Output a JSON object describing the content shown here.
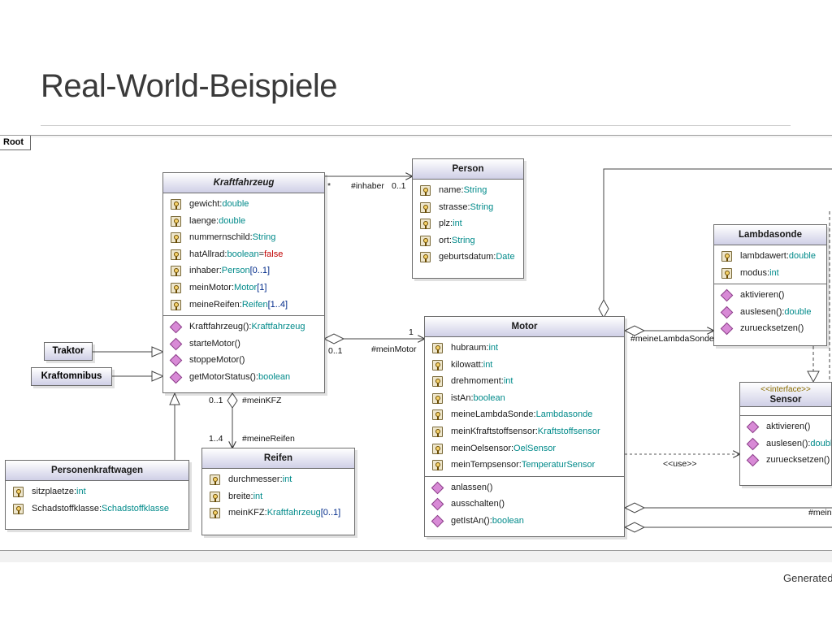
{
  "slide": {
    "title": "Real-World-Beispiele",
    "footer": "Generated"
  },
  "diagram": {
    "root_tab": "Root",
    "classes": {
      "kraftfahrzeug": {
        "name": "Kraftfahrzeug",
        "attributes": [
          {
            "name": "gewicht",
            "sep": ":",
            "type": "double",
            "extra": ""
          },
          {
            "name": "laenge",
            "sep": ":",
            "type": "double",
            "extra": ""
          },
          {
            "name": "nummernschild",
            "sep": ":",
            "type": "String",
            "extra": ""
          },
          {
            "name": "hatAllrad",
            "sep": ":",
            "type": "boolean",
            "eq": "=",
            "extra": "false"
          },
          {
            "name": "inhaber",
            "sep": ":",
            "type": "Person",
            "extra": "[0..1]"
          },
          {
            "name": "meinMotor",
            "sep": ":",
            "type": "Motor",
            "extra": "[1]"
          },
          {
            "name": "meineReifen",
            "sep": ":",
            "type": "Reifen",
            "extra": "[1..4]"
          }
        ],
        "operations": [
          {
            "name": "Kraftfahrzeug()",
            "sep": ":",
            "type": "Kraftfahrzeug"
          },
          {
            "name": "starteMotor()",
            "sep": "",
            "type": ""
          },
          {
            "name": "stoppeMotor()",
            "sep": "",
            "type": ""
          },
          {
            "name": "getMotorStatus()",
            "sep": ":",
            "type": "boolean"
          }
        ]
      },
      "person": {
        "name": "Person",
        "attributes": [
          {
            "name": "name",
            "sep": ":",
            "type": "String"
          },
          {
            "name": "strasse",
            "sep": ":",
            "type": "String"
          },
          {
            "name": "plz",
            "sep": ":",
            "type": "int"
          },
          {
            "name": "ort",
            "sep": ":",
            "type": "String"
          },
          {
            "name": "geburtsdatum",
            "sep": ":",
            "type": "Date"
          }
        ]
      },
      "lambdasonde": {
        "name": "Lambdasonde",
        "attributes": [
          {
            "name": "lambdawert",
            "sep": ":",
            "type": "double"
          },
          {
            "name": "modus",
            "sep": ":",
            "type": "int"
          }
        ],
        "operations": [
          {
            "name": "aktivieren()",
            "sep": "",
            "type": ""
          },
          {
            "name": "auslesen()",
            "sep": ":",
            "type": "double"
          },
          {
            "name": "zuruecksetzen()",
            "sep": "",
            "type": ""
          }
        ]
      },
      "motor": {
        "name": "Motor",
        "attributes": [
          {
            "name": "hubraum",
            "sep": ":",
            "type": "int"
          },
          {
            "name": "kilowatt",
            "sep": ":",
            "type": "int"
          },
          {
            "name": "drehmoment",
            "sep": ":",
            "type": "int"
          },
          {
            "name": "istAn",
            "sep": ":",
            "type": "boolean"
          },
          {
            "name": "meineLambdaSonde",
            "sep": ":",
            "type": "Lambdasonde"
          },
          {
            "name": "meinKfraftstoffsensor",
            "sep": ":",
            "type": "Kraftstoffsensor"
          },
          {
            "name": "meinOelsensor",
            "sep": ":",
            "type": "OelSensor"
          },
          {
            "name": "meinTempsensor",
            "sep": ":",
            "type": "TemperaturSensor"
          }
        ],
        "operations": [
          {
            "name": "anlassen()",
            "sep": "",
            "type": ""
          },
          {
            "name": "ausschalten()",
            "sep": "",
            "type": ""
          },
          {
            "name": "getIstAn()",
            "sep": ":",
            "type": "boolean"
          }
        ]
      },
      "sensor": {
        "stereotype": "<<interface>>",
        "name": "Sensor",
        "operations": [
          {
            "name": "aktivieren()",
            "sep": "",
            "type": ""
          },
          {
            "name": "auslesen()",
            "sep": ":",
            "type": "double"
          },
          {
            "name": "zuruecksetzen()",
            "sep": "",
            "type": ""
          }
        ]
      },
      "reifen": {
        "name": "Reifen",
        "attributes": [
          {
            "name": "durchmesser",
            "sep": ":",
            "type": "int",
            "extra": ""
          },
          {
            "name": "breite",
            "sep": ":",
            "type": "int",
            "extra": ""
          },
          {
            "name": "meinKFZ",
            "sep": ":",
            "type": "Kraftfahrzeug",
            "extra": "[0..1]"
          }
        ]
      },
      "personenkraftwagen": {
        "name": "Personenkraftwagen",
        "attributes": [
          {
            "name": "sitzplaetze",
            "sep": ":",
            "type": "int"
          },
          {
            "name": "Schadstoffklasse",
            "sep": ":",
            "type": "Schadstoffklasse"
          }
        ]
      },
      "traktor": {
        "name": "Traktor"
      },
      "kraftomnibus": {
        "name": "Kraftomnibus"
      }
    },
    "labels": {
      "star": "*",
      "inhaber": "#inhaber",
      "inhaber_mult": "0..1",
      "mult_1": "1",
      "mult_01_motor": "0..1",
      "meinMotor": "#meinMotor",
      "meineLambdaSonde": "#meineLambdaSonde",
      "mult_01_kfz": "0..1",
      "meinKFZ": "#meinKFZ",
      "mult_1_4": "1..4",
      "meineReifen": "#meineReifen",
      "use": "<<use>>",
      "mein_cut": "#mein"
    },
    "colors": {
      "type": "#008a8a",
      "multiplicity": "#002a8a",
      "default_value": "#c00000",
      "header_gradient_bottom": "#cfcfe6"
    }
  }
}
